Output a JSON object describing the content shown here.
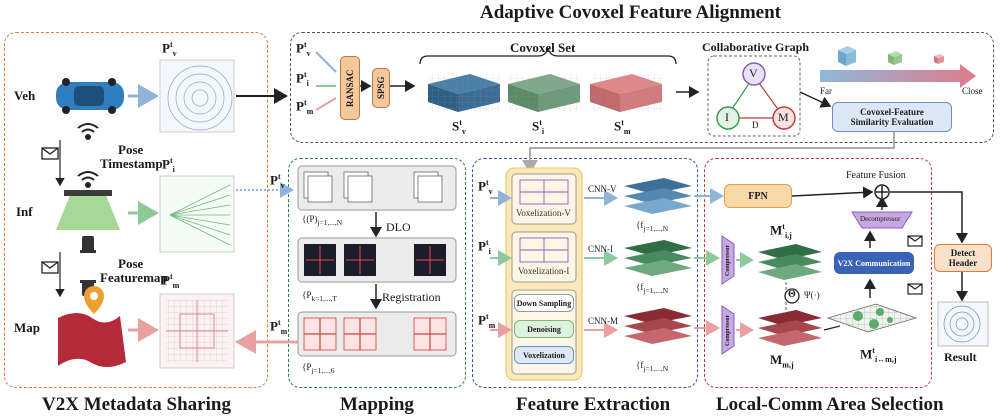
{
  "title": "Adaptive Covoxel Feature Alignment",
  "sections": {
    "v2x": "V2X Metadata Sharing",
    "mapping": "Mapping",
    "feature": "Feature Extraction",
    "local": "Local-Comm Area Selection"
  },
  "agents": {
    "veh": "Veh",
    "inf": "Inf",
    "map": "Map"
  },
  "pose_timestamp": {
    "l1": "Pose",
    "l2": "Timestamp"
  },
  "pose_featuremap": {
    "l1": "Pose",
    "l2": "Featuremap"
  },
  "pc": {
    "v": "P",
    "i": "P",
    "m": "P",
    "sup": "t",
    "sub_v": "v",
    "sub_i": "i",
    "sub_m": "m"
  },
  "ransac": "RANSAC",
  "spsg": "SPSG",
  "covoxel_set": "Covoxel Set",
  "s_labels": {
    "s": "S",
    "sup": "t",
    "v": "v",
    "i": "i",
    "m": "m"
  },
  "collab_graph": "Collaborative Graph",
  "graph_nodes": {
    "v": "V",
    "i": "I",
    "m": "M",
    "d_label": "D"
  },
  "far": "Far",
  "close": "Close",
  "similarity": {
    "l1": "Covoxel-Feature",
    "l2": "Similarity Evaluation"
  },
  "mapping_labels": {
    "dlo": "DLO",
    "registration": "Registration",
    "set1": "{(P",
    "set1_tail": ")",
    "set1_sub": "j=1,...,N",
    "set2": "{P",
    "set2_sub": "k=1,...,T",
    "set3": "{P",
    "set3_sub": "j=1,...,6"
  },
  "voxelization_v": "Voxelization-V",
  "voxelization_i": "Voxelization-I",
  "down_sampling": "Down Sampling",
  "denoising": "Denoising",
  "voxelization": "Voxelization",
  "cnn": {
    "v": "CNN-V",
    "i": "CNN-I",
    "m": "CNN-M"
  },
  "feat_sets": {
    "v": "{f",
    "i": "{f",
    "m": "{f",
    "sub": "j=1,...,N"
  },
  "fpn": "FPN",
  "feature_fusion": "Feature Fusion",
  "decompressor": "Decompressor",
  "compressor": "Compressor",
  "v2x_comm": "V2X Communication",
  "psi": "Ψ(·)",
  "theta": "Θ",
  "m_labels": {
    "m": "M",
    "sup": "t",
    "ij": "i,j",
    "mj": "m,j",
    "itoj": "i↔m,j"
  },
  "detect": {
    "l1": "Detect",
    "l2": "Header"
  },
  "result": "Result",
  "colors": {
    "orange": "#e07a3a",
    "gray": "#555555",
    "green": "#2e7d4a",
    "blue": "#2e5aa8",
    "red": "#c43a3a",
    "purple": "#8a5bbf",
    "v2x": "#3a63b8"
  }
}
